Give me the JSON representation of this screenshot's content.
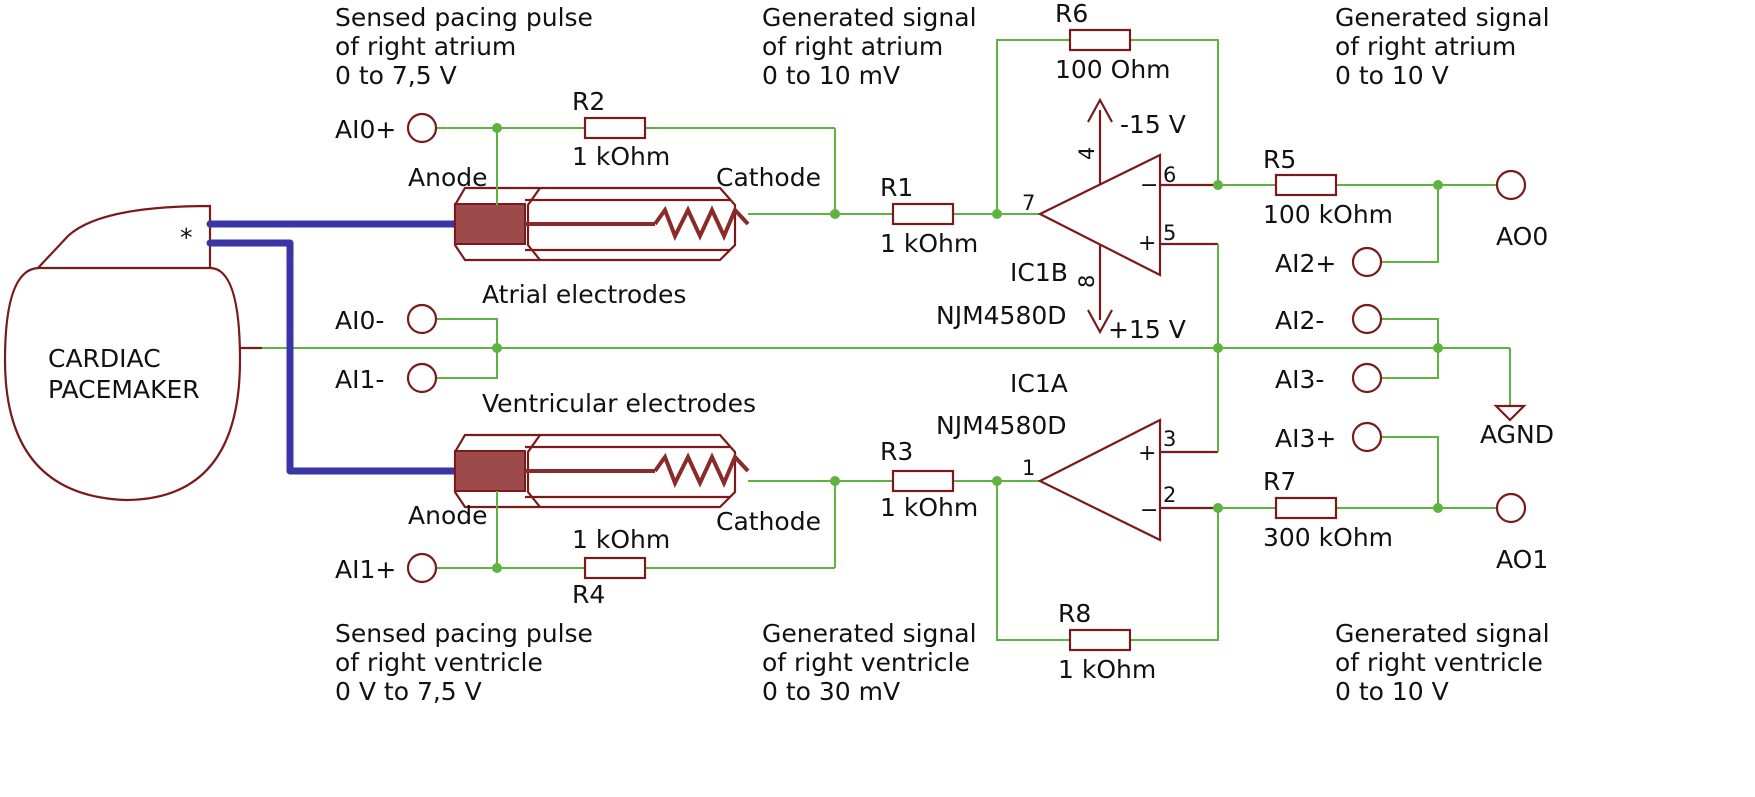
{
  "pacemaker": {
    "line1": "CARDIAC",
    "line2": "PACEMAKER",
    "marker": "*"
  },
  "inputs": {
    "ai0_plus": "AI0+",
    "ai0_minus": "AI0-",
    "ai1_minus": "AI1-",
    "ai1_plus": "AI1+",
    "ai2_plus": "AI2+",
    "ai2_minus": "AI2-",
    "ai3_minus": "AI3-",
    "ai3_plus": "AI3+"
  },
  "outputs": {
    "ao0": "AO0",
    "ao1": "AO1",
    "agnd": "AGND"
  },
  "electrodes": {
    "atrial": "Atrial electrodes",
    "ventricular": "Ventricular electrodes",
    "anode": "Anode",
    "cathode": "Cathode"
  },
  "resistors": {
    "r1": {
      "name": "R1",
      "value": "1 kOhm"
    },
    "r2": {
      "name": "R2",
      "value": "1 kOhm"
    },
    "r3": {
      "name": "R3",
      "value": "1 kOhm"
    },
    "r4": {
      "name": "R4",
      "value": "1 kOhm"
    },
    "r5": {
      "name": "R5",
      "value": "100 kOhm"
    },
    "r6": {
      "name": "R6",
      "value": "100 Ohm"
    },
    "r7": {
      "name": "R7",
      "value": "300 kOhm"
    },
    "r8": {
      "name": "R8",
      "value": "1 kOhm"
    }
  },
  "opamps": {
    "ic1b": {
      "name": "IC1B",
      "part": "NJM4580D",
      "pin_out": "7",
      "pin_minus": "6",
      "pin_plus": "5",
      "pin_vneg": "4",
      "pin_vpos": "8"
    },
    "ic1a": {
      "name": "IC1A",
      "part": "NJM4580D",
      "pin_out": "1",
      "pin_plus": "3",
      "pin_minus": "2"
    }
  },
  "supplies": {
    "neg": "-15 V",
    "pos": "+15 V"
  },
  "annotations": {
    "sensed_atrium": [
      "Sensed pacing pulse",
      "of right atrium",
      "0 to 7,5 V"
    ],
    "gen_atrium_mv": [
      "Generated signal",
      "of right atrium",
      "0 to 10 mV"
    ],
    "gen_atrium_v": [
      "Generated signal",
      "of right atrium",
      "0 to 10 V"
    ],
    "sensed_ventricle": [
      "Sensed pacing pulse",
      "of right ventricle",
      "0 V to 7,5 V"
    ],
    "gen_ventricle_mv": [
      "Generated signal",
      "of right ventricle",
      "0 to 30 mV"
    ],
    "gen_ventricle_v": [
      "Generated signal",
      "of right ventricle",
      "0 to 10 V"
    ]
  },
  "colors": {
    "wire": "#5fb340",
    "component": "#7a1a1a",
    "lead": "#3a35a6"
  }
}
